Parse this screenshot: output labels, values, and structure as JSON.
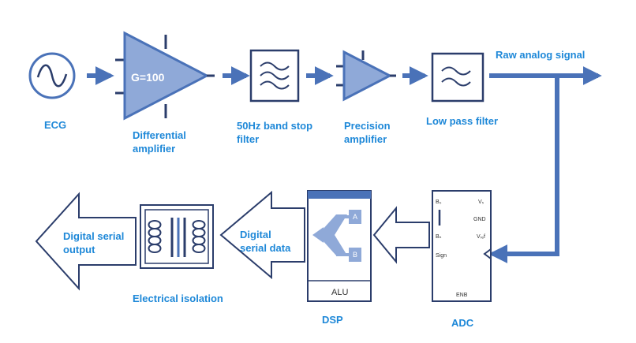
{
  "colors": {
    "accent": "#4a72b8",
    "label": "#1e88d8",
    "fill": "#8fa9d8",
    "dark": "#2b3d6b"
  },
  "ecg": {
    "label": "ECG"
  },
  "diff_amp": {
    "gain": "G=100",
    "label_line1": "Differential",
    "label_line2": "amplifier"
  },
  "bandstop": {
    "label_line1": "50Hz band stop",
    "label_line2": "filter"
  },
  "precision": {
    "label_line1": "Precision",
    "label_line2": "amplifier"
  },
  "lowpass": {
    "label": "Low pass filter"
  },
  "raw": {
    "label": "Raw analog signal"
  },
  "adc": {
    "label": "ADC",
    "pins": {
      "b0": "B₀",
      "bn": "Bₙ",
      "sign": "Sign",
      "vs": "Vₛ",
      "gnd": "GND",
      "vref": "Vᵣₑf",
      "enb": "ENB"
    }
  },
  "dsp": {
    "label": "DSP",
    "alu": "ALU",
    "in_a": "A",
    "in_b": "B"
  },
  "serial_data": {
    "line1": "Digital",
    "line2": "serial data"
  },
  "isolation": {
    "label": "Electrical isolation"
  },
  "output": {
    "line1": "Digital serial",
    "line2": "output"
  }
}
